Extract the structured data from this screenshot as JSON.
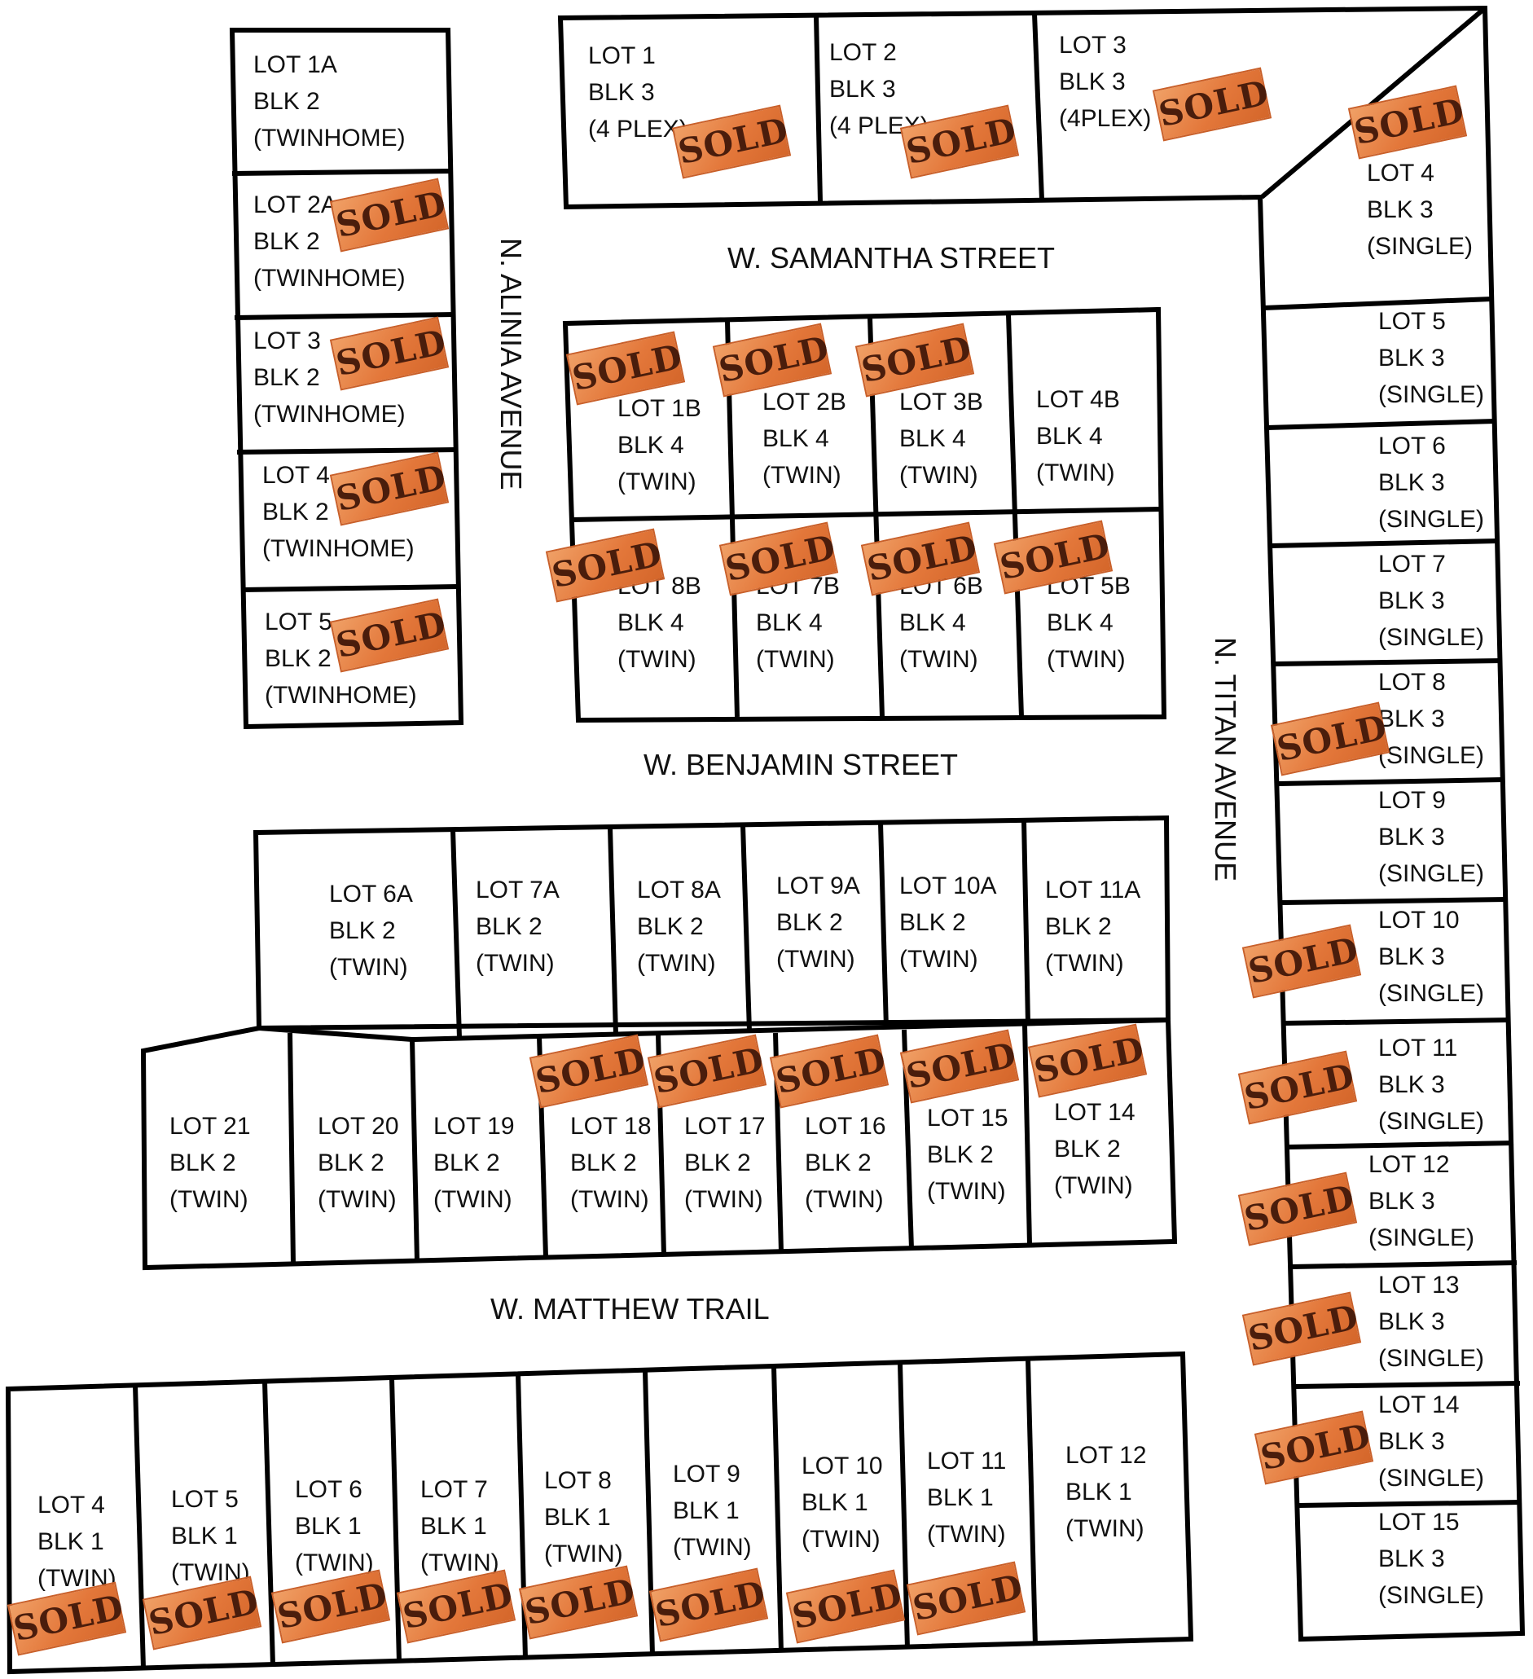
{
  "streets": {
    "samantha": "W. SAMANTHA STREET",
    "benjamin": "W. BENJAMIN STREET",
    "matthew": "W. MATTHEW TRAIL",
    "alinia": "N. ALINIA AVENUE",
    "titan": "N. TITAN AVENUE"
  },
  "sold_label": "SOLD",
  "colors": {
    "sold_badge": "#e3773a",
    "lines": "#000000"
  },
  "lots": [
    {
      "lot": "LOT 1A",
      "blk": "BLK 2",
      "type": "(TWINHOME)",
      "sold": false
    },
    {
      "lot": "LOT 2A",
      "blk": "BLK 2",
      "type": "(TWINHOME)",
      "sold": true
    },
    {
      "lot": "LOT 3",
      "blk": "BLK 2",
      "type": "(TWINHOME)",
      "sold": true
    },
    {
      "lot": "LOT 4",
      "blk": "BLK 2",
      "type": "(TWINHOME)",
      "sold": true
    },
    {
      "lot": "LOT 5",
      "blk": "BLK 2",
      "type": "(TWINHOME)",
      "sold": true
    },
    {
      "lot": "LOT 1",
      "blk": "BLK 3",
      "type": "(4 PLEX)",
      "sold": true
    },
    {
      "lot": "LOT 2",
      "blk": "BLK 3",
      "type": "(4 PLEX)",
      "sold": true
    },
    {
      "lot": "LOT 3",
      "blk": "BLK 3",
      "type": "(4PLEX)",
      "sold": true
    },
    {
      "lot": "LOT 4",
      "blk": "BLK 3",
      "type": "(SINGLE)",
      "sold": true
    },
    {
      "lot": "LOT 5",
      "blk": "BLK 3",
      "type": "(SINGLE)",
      "sold": false
    },
    {
      "lot": "LOT 6",
      "blk": "BLK 3",
      "type": "(SINGLE)",
      "sold": false
    },
    {
      "lot": "LOT 7",
      "blk": "BLK 3",
      "type": "(SINGLE)",
      "sold": false
    },
    {
      "lot": "LOT 8",
      "blk": "BLK 3",
      "type": "(SINGLE)",
      "sold": true
    },
    {
      "lot": "LOT 9",
      "blk": "BLK 3",
      "type": "(SINGLE)",
      "sold": false
    },
    {
      "lot": "LOT 10",
      "blk": "BLK 3",
      "type": "(SINGLE)",
      "sold": true
    },
    {
      "lot": "LOT 11",
      "blk": "BLK 3",
      "type": "(SINGLE)",
      "sold": true
    },
    {
      "lot": "LOT 12",
      "blk": "BLK 3",
      "type": "(SINGLE)",
      "sold": true
    },
    {
      "lot": "LOT 13",
      "blk": "BLK 3",
      "type": "(SINGLE)",
      "sold": true
    },
    {
      "lot": "LOT 14",
      "blk": "BLK 3",
      "type": "(SINGLE)",
      "sold": true
    },
    {
      "lot": "LOT 15",
      "blk": "BLK 3",
      "type": "(SINGLE)",
      "sold": false
    },
    {
      "lot": "LOT 1B",
      "blk": "BLK 4",
      "type": "(TWIN)",
      "sold": true
    },
    {
      "lot": "LOT 2B",
      "blk": "BLK 4",
      "type": "(TWIN)",
      "sold": true
    },
    {
      "lot": "LOT 3B",
      "blk": "BLK 4",
      "type": "(TWIN)",
      "sold": true
    },
    {
      "lot": "LOT 4B",
      "blk": "BLK 4",
      "type": "(TWIN)",
      "sold": false
    },
    {
      "lot": "LOT 8B",
      "blk": "BLK 4",
      "type": "(TWIN)",
      "sold": true
    },
    {
      "lot": "LOT 7B",
      "blk": "BLK 4",
      "type": "(TWIN)",
      "sold": true
    },
    {
      "lot": "LOT 6B",
      "blk": "BLK 4",
      "type": "(TWIN)",
      "sold": true
    },
    {
      "lot": "LOT 5B",
      "blk": "BLK 4",
      "type": "(TWIN)",
      "sold": true
    },
    {
      "lot": "LOT 6A",
      "blk": "BLK 2",
      "type": "(TWIN)",
      "sold": false
    },
    {
      "lot": "LOT 7A",
      "blk": "BLK 2",
      "type": "(TWIN)",
      "sold": false
    },
    {
      "lot": "LOT 8A",
      "blk": "BLK 2",
      "type": "(TWIN)",
      "sold": false
    },
    {
      "lot": "LOT 9A",
      "blk": "BLK 2",
      "type": "(TWIN)",
      "sold": false
    },
    {
      "lot": "LOT 10A",
      "blk": "BLK 2",
      "type": "(TWIN)",
      "sold": false
    },
    {
      "lot": "LOT 11A",
      "blk": "BLK 2",
      "type": "(TWIN)",
      "sold": false
    },
    {
      "lot": "LOT 21",
      "blk": "BLK 2",
      "type": "(TWIN)",
      "sold": false
    },
    {
      "lot": "LOT 20",
      "blk": "BLK 2",
      "type": "(TWIN)",
      "sold": false
    },
    {
      "lot": "LOT 19",
      "blk": "BLK 2",
      "type": "(TWIN)",
      "sold": false
    },
    {
      "lot": "LOT 18",
      "blk": "BLK 2",
      "type": "(TWIN)",
      "sold": true
    },
    {
      "lot": "LOT 17",
      "blk": "BLK 2",
      "type": "(TWIN)",
      "sold": true
    },
    {
      "lot": "LOT 16",
      "blk": "BLK 2",
      "type": "(TWIN)",
      "sold": true
    },
    {
      "lot": "LOT 15",
      "blk": "BLK 2",
      "type": "(TWIN)",
      "sold": true
    },
    {
      "lot": "LOT 14",
      "blk": "BLK 2",
      "type": "(TWIN)",
      "sold": true
    },
    {
      "lot": "LOT 4",
      "blk": "BLK 1",
      "type": "(TWIN)",
      "sold": true
    },
    {
      "lot": "LOT 5",
      "blk": "BLK 1",
      "type": "(TWIN)",
      "sold": true
    },
    {
      "lot": "LOT 6",
      "blk": "BLK 1",
      "type": "(TWIN)",
      "sold": true
    },
    {
      "lot": "LOT 7",
      "blk": "BLK 1",
      "type": "(TWIN)",
      "sold": true
    },
    {
      "lot": "LOT 8",
      "blk": "BLK 1",
      "type": "(TWIN)",
      "sold": true
    },
    {
      "lot": "LOT 9",
      "blk": "BLK 1",
      "type": "(TWIN)",
      "sold": true
    },
    {
      "lot": "LOT 10",
      "blk": "BLK 1",
      "type": "(TWIN)",
      "sold": true
    },
    {
      "lot": "LOT 11",
      "blk": "BLK 1",
      "type": "(TWIN)",
      "sold": true
    },
    {
      "lot": "LOT 12",
      "blk": "BLK 1",
      "type": "(TWIN)",
      "sold": false
    }
  ]
}
